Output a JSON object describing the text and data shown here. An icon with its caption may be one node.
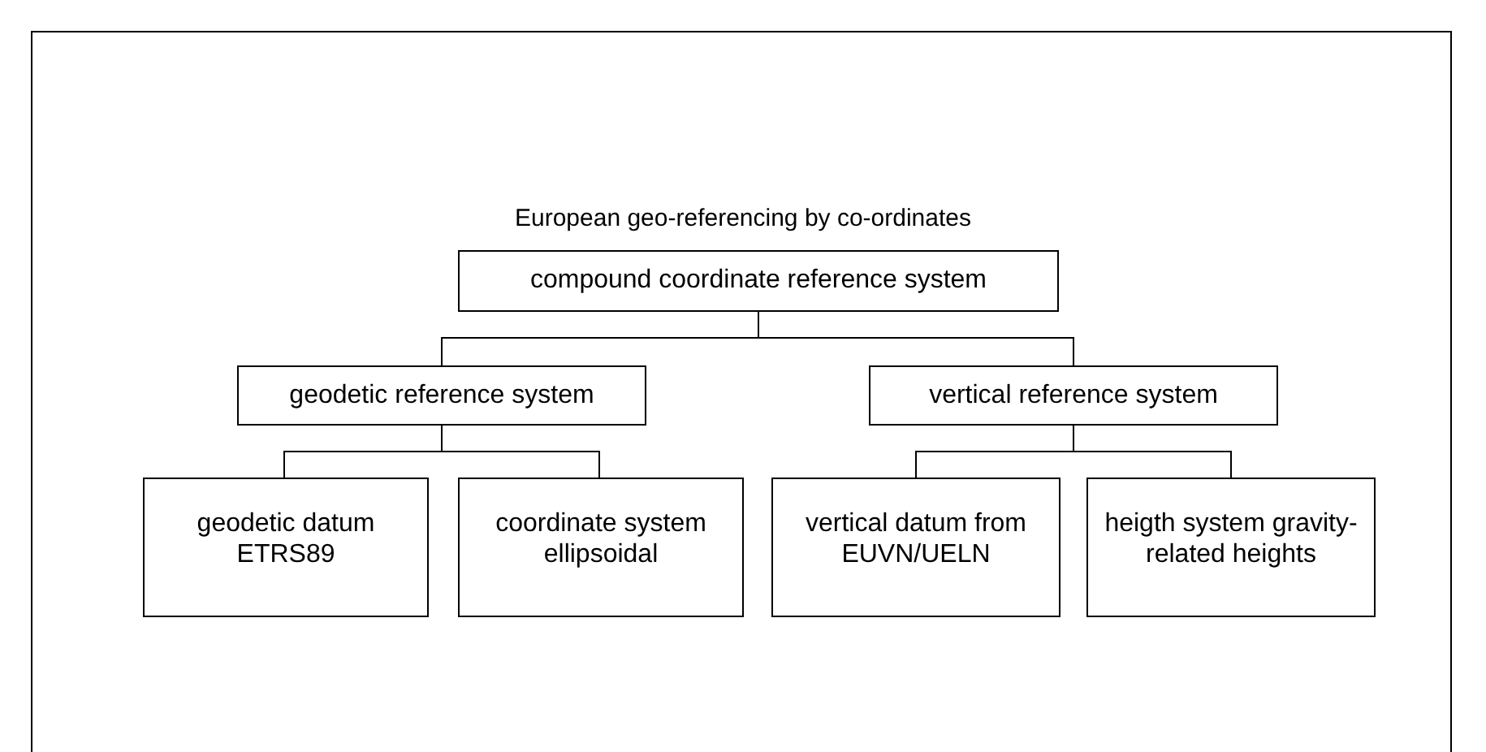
{
  "diagram": {
    "title": "European geo-referencing by co-ordinates",
    "nodes": [
      {
        "text": [
          "compound coordinate reference system"
        ]
      },
      {
        "text": [
          "geodetic reference system"
        ]
      },
      {
        "text": [
          "vertical reference system"
        ]
      },
      {
        "text": [
          "geodetic datum ETRS89"
        ]
      },
      {
        "text": [
          "coordinate system ellipsoidal"
        ]
      },
      {
        "text": [
          "vertical datum from EUVN/UELN"
        ]
      },
      {
        "text": [
          "heigth system gravity-related heights"
        ]
      }
    ],
    "edges": [
      {
        "from": 0,
        "to": 1,
        "arrow": "none"
      },
      {
        "from": 0,
        "to": 2,
        "arrow": "none"
      },
      {
        "from": 1,
        "to": 3,
        "arrow": "none"
      },
      {
        "from": 1,
        "to": 4,
        "arrow": "none"
      },
      {
        "from": 2,
        "to": 5,
        "arrow": "none"
      },
      {
        "from": 2,
        "to": 6,
        "arrow": "none"
      }
    ]
  }
}
